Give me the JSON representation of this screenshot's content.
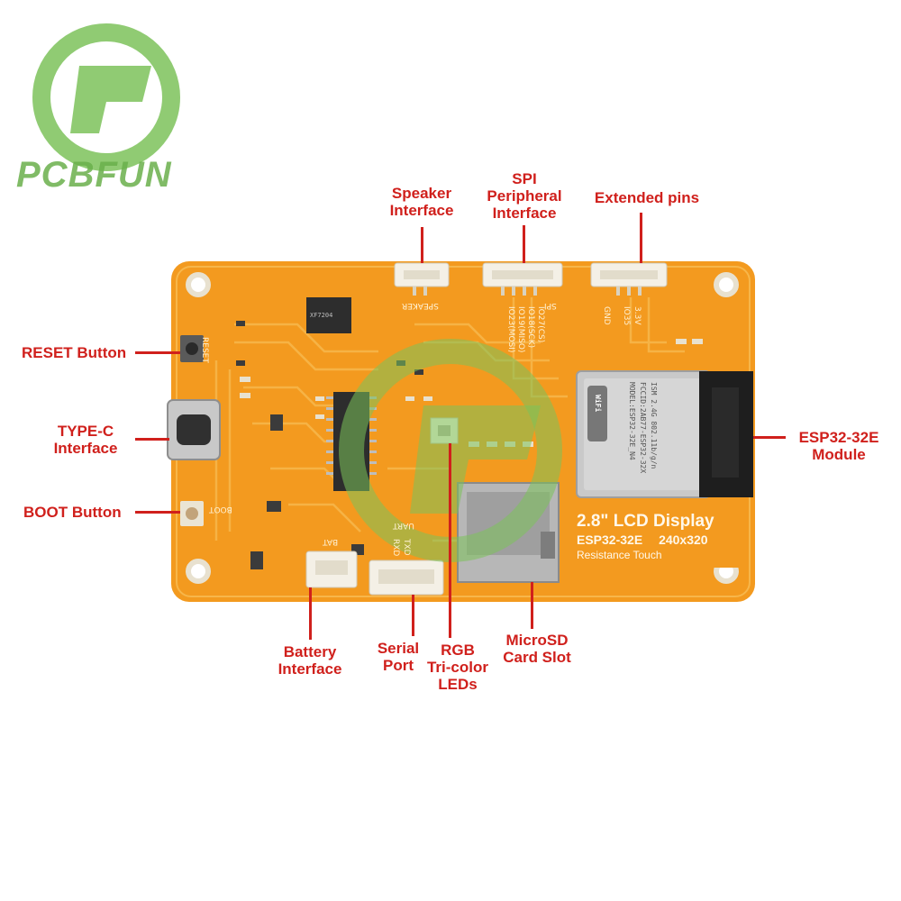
{
  "brand": {
    "name": "PCBFUN"
  },
  "board": {
    "lcd_title": "2.8\" LCD Display",
    "lcd_model": "ESP32-32E",
    "lcd_resolution": "240x320",
    "lcd_touch": "Resistance Touch",
    "silk_reset": "RESET",
    "silk_boot": "BOOT",
    "silk_bat": "BAT",
    "silk_uart": "UART",
    "silk_speaker": "SPEAKER",
    "silk_spi": "SPI",
    "silk_gnd": "GND",
    "silk_io35": "IO35",
    "silk_3v3": "3.3V",
    "silk_rxd": "RXD",
    "silk_txd": "TXD",
    "silk_spi_pins": [
      "IO23(MOSI)",
      "IO19(MISO)",
      "IO18(SCK)",
      "IO27(CS)"
    ],
    "amp_chip": "XF7204",
    "module_lines": [
      "MODEL:ESP32-32E_N4",
      "FCCID:2AB77-ESP32-32X",
      "ISM 2.4G 802.11b/g/n"
    ],
    "wifi_badge": "WiFi"
  },
  "callouts": {
    "speaker": [
      "Speaker",
      "Interface"
    ],
    "spi": [
      "SPI",
      "Peripheral",
      "Interface"
    ],
    "extended": [
      "Extended pins"
    ],
    "reset": [
      "RESET Button"
    ],
    "typec": [
      "TYPE-C",
      "Interface"
    ],
    "boot": [
      "BOOT Button"
    ],
    "esp32": [
      "ESP32-32E",
      "Module"
    ],
    "battery": [
      "Battery",
      "Interface"
    ],
    "serial": [
      "Serial",
      "Port"
    ],
    "rgb": [
      "RGB",
      "Tri-color",
      "LEDs"
    ],
    "microsd": [
      "MicroSD",
      "Card Slot"
    ]
  },
  "colors": {
    "board_orange": "#f39a1f",
    "trace_orange": "#f7b64a",
    "callout_red": "#d0201c",
    "logo_green": "#6ab04c"
  }
}
